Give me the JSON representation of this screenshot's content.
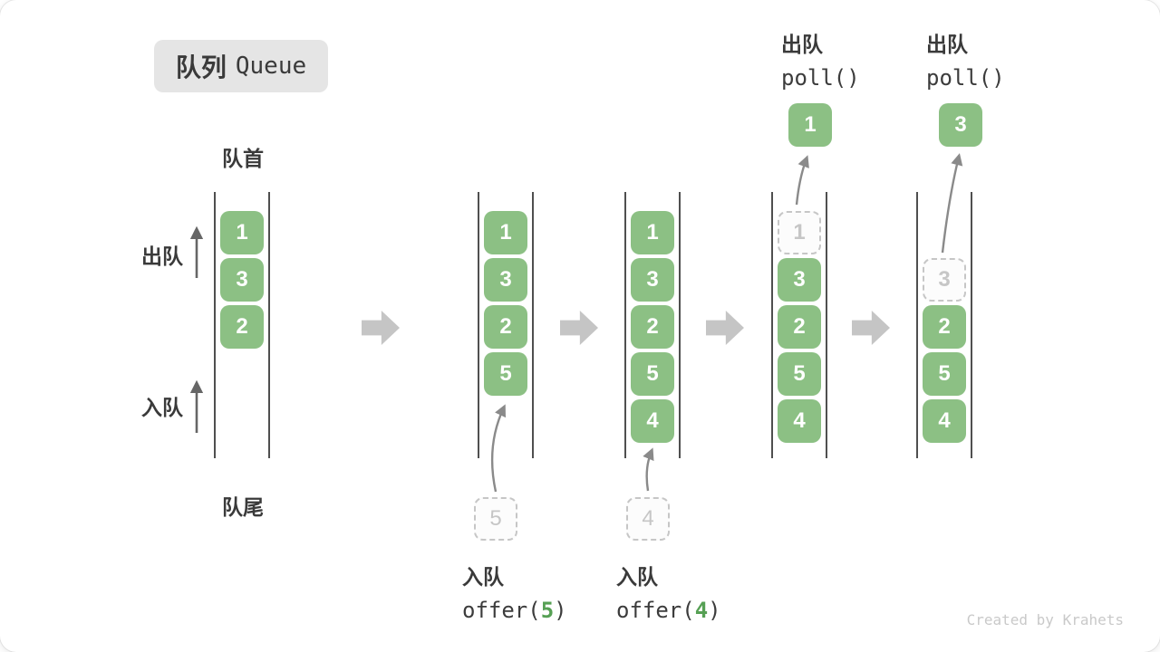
{
  "title": {
    "zh": "队列",
    "en": "Queue"
  },
  "labels": {
    "front": "队首",
    "rear": "队尾",
    "dequeue": "出队",
    "enqueue": "入队"
  },
  "queues": [
    {
      "slots": [
        {
          "v": "1",
          "t": "solid"
        },
        {
          "v": "3",
          "t": "solid"
        },
        {
          "v": "2",
          "t": "solid"
        }
      ]
    },
    {
      "slots": [
        {
          "v": "1",
          "t": "solid"
        },
        {
          "v": "3",
          "t": "solid"
        },
        {
          "v": "2",
          "t": "solid"
        },
        {
          "v": "5",
          "t": "solid"
        }
      ]
    },
    {
      "slots": [
        {
          "v": "1",
          "t": "solid"
        },
        {
          "v": "3",
          "t": "solid"
        },
        {
          "v": "2",
          "t": "solid"
        },
        {
          "v": "5",
          "t": "solid"
        },
        {
          "v": "4",
          "t": "solid"
        }
      ]
    },
    {
      "slots": [
        {
          "v": "1",
          "t": "dashed"
        },
        {
          "v": "3",
          "t": "solid"
        },
        {
          "v": "2",
          "t": "solid"
        },
        {
          "v": "5",
          "t": "solid"
        },
        {
          "v": "4",
          "t": "solid"
        }
      ]
    },
    {
      "slots": [
        {
          "v": "",
          "t": "empty"
        },
        {
          "v": "3",
          "t": "dashed"
        },
        {
          "v": "2",
          "t": "solid"
        },
        {
          "v": "5",
          "t": "solid"
        },
        {
          "v": "4",
          "t": "solid"
        }
      ]
    }
  ],
  "operations": {
    "enqueue1": {
      "label_zh": "入队",
      "call_prefix": "offer(",
      "arg": "5",
      "call_suffix": ")"
    },
    "enqueue2": {
      "label_zh": "入队",
      "call_prefix": "offer(",
      "arg": "4",
      "call_suffix": ")"
    },
    "dequeue1": {
      "label_zh": "出队",
      "call": "poll()",
      "result": "1"
    },
    "dequeue2": {
      "label_zh": "出队",
      "call": "poll()",
      "result": "3"
    }
  },
  "watermark": "Created by Krahets",
  "colors": {
    "box_green": "#8CC084",
    "arg_green": "#56A054",
    "step_arrow_gray": "#C5C5C5",
    "dashed_gray": "#C6C6C6",
    "line_dark": "#4F4F4F",
    "badge_bg": "#E5E5E5"
  }
}
